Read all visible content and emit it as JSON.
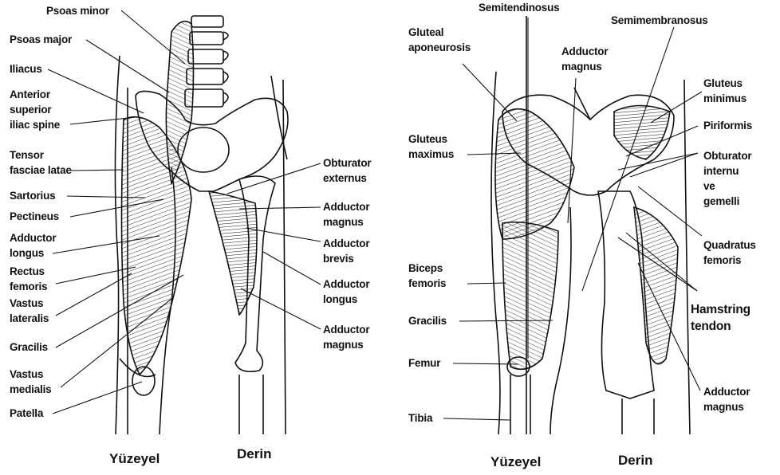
{
  "left_panel": {
    "labels": {
      "psoas_minor": "Psoas minor",
      "psoas_major": "Psoas major",
      "iliacus": "Iliacus",
      "asis": "Anterior\nsuperior\niliac spine",
      "tfl": "Tensor\nfasciae latae",
      "sartorius": "Sartorius",
      "pectineus": "Pectineus",
      "adductor_longus_l": "Adductor\nlongus",
      "rectus_femoris": "Rectus\nfemoris",
      "vastus_lateralis": "Vastus\nlateralis",
      "gracilis_l": "Gracilis",
      "vastus_medialis": "Vastus\nmedialis",
      "patella": "Patella",
      "obturator_externus": "Obturator\nexternus",
      "adductor_magnus_r1": "Adductor\nmagnus",
      "adductor_brevis": "Adductor\nbrevis",
      "adductor_longus_r": "Adductor\nlongus",
      "adductor_magnus_r2": "Adductor\nmagnus"
    },
    "caption_superficial": "Yüzeyel",
    "caption_deep": "Derin"
  },
  "right_panel": {
    "labels": {
      "semitendinosus": "Semitendinosus",
      "semimembranosus": "Semimembranosus",
      "gluteal_aponeurosis": "Gluteal\naponeurosis",
      "adductor_magnus_top": "Adductor\nmagnus",
      "gluteus_minimus": "Gluteus\nminimus",
      "piriformis": "Piriformis",
      "gluteus_maximus": "Gluteus\nmaximus",
      "obturator_internu": "Obturator\ninternu\n    ve\ngemelli",
      "quadratus_femoris": "Quadratus\nfemoris",
      "biceps_femoris": "Biceps\nfemoris",
      "hamstring_tendon": "Hamstring\ntendon",
      "gracilis_r": "Gracilis",
      "femur": "Femur",
      "tibia": "Tibia",
      "adductor_magnus_bottom": "Adductor\nmagnus"
    },
    "caption_superficial": "Yüzeyel",
    "caption_deep": "Derin"
  }
}
